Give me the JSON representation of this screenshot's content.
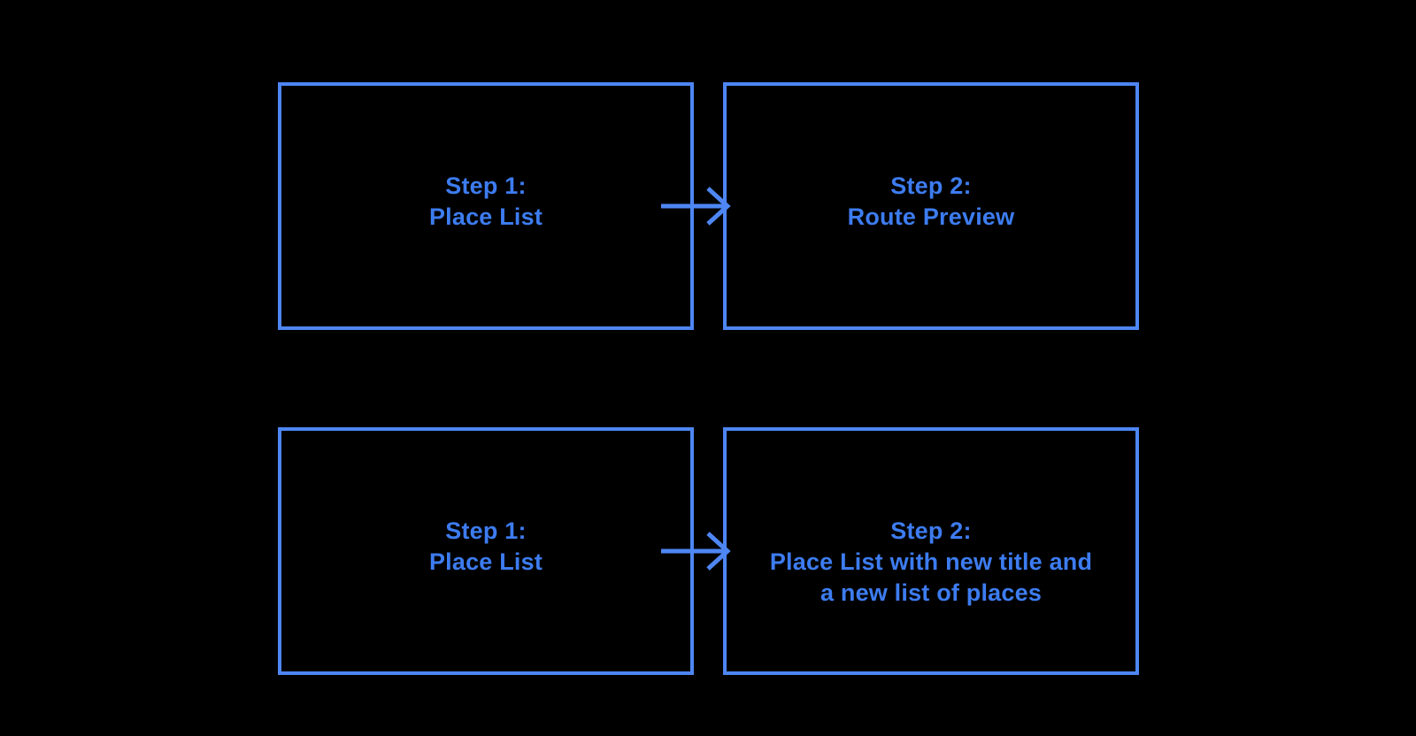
{
  "colors": {
    "background": "#000000",
    "box_border": "#4e86f3",
    "label_text": "#3d7cf0",
    "arrow": "#4e86f3"
  },
  "boxes": {
    "top_left": {
      "line1": "Step 1:",
      "line2": "Place List"
    },
    "top_right": {
      "line1": "Step 2:",
      "line2": "Route Preview"
    },
    "bottom_left": {
      "line1": "Step 1:",
      "line2": "Place List"
    },
    "bottom_right": {
      "line1": "Step 2:",
      "line2": "Place List with new title and",
      "line3": "a new list of places"
    }
  }
}
